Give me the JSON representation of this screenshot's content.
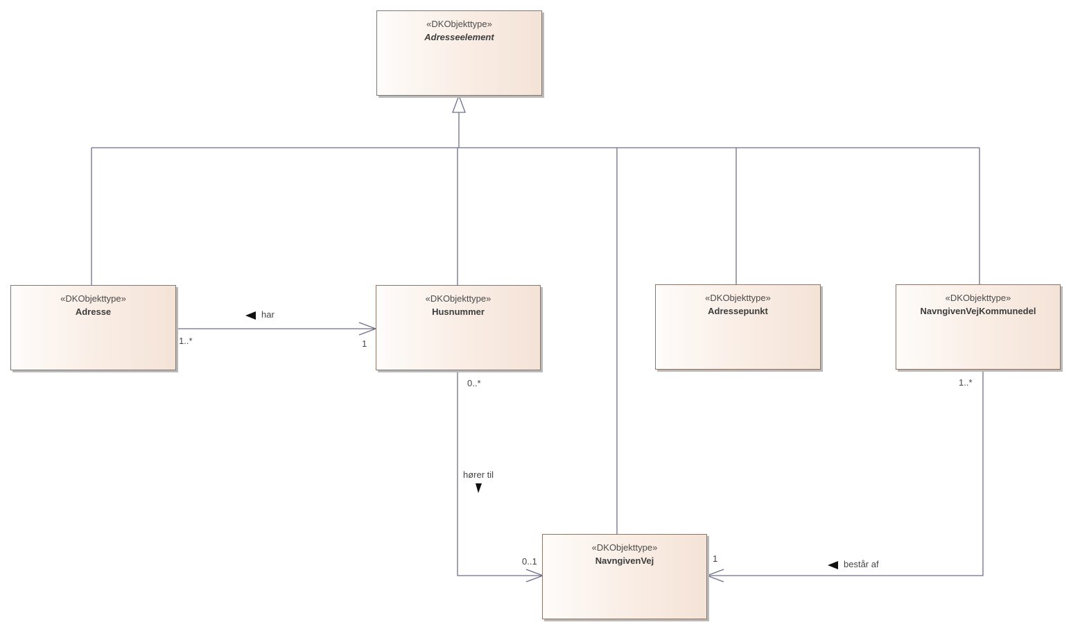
{
  "classes": {
    "adresseelement": {
      "stereotype": "«DKObjekttype»",
      "name": "Adresseelement"
    },
    "adresse": {
      "stereotype": "«DKObjekttype»",
      "name": "Adresse"
    },
    "husnummer": {
      "stereotype": "«DKObjekttype»",
      "name": "Husnummer"
    },
    "adressepunkt": {
      "stereotype": "«DKObjekttype»",
      "name": "Adressepunkt"
    },
    "navngivenvejkommunedel": {
      "stereotype": "«DKObjekttype»",
      "name": "NavngivenVejKommunedel"
    },
    "navngivenvej": {
      "stereotype": "«DKObjekttype»",
      "name": "NavngivenVej"
    }
  },
  "associations": {
    "har": {
      "label": "har",
      "source_mult": "1..*",
      "target_mult": "1"
    },
    "horer_til": {
      "label": "hører til",
      "source_mult": "0..*",
      "target_mult": "0..1"
    },
    "bestar_af": {
      "label": "består af",
      "source_mult": "1..*",
      "target_mult": "1"
    }
  },
  "colors": {
    "line": "#6d6e8a",
    "box_border": "#8a7468",
    "fill_start": "#fefcfa",
    "fill_end": "#f4e3d7"
  }
}
